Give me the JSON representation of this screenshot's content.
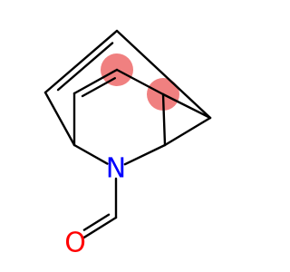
{
  "molecule": {
    "atoms": [
      {
        "id": "N1",
        "symbol": "N",
        "color": "#0000ff",
        "show_label": true
      },
      {
        "id": "C2",
        "symbol": "C",
        "show_label": false
      },
      {
        "id": "C3",
        "symbol": "C",
        "show_label": false
      },
      {
        "id": "C4",
        "symbol": "C",
        "show_label": false
      },
      {
        "id": "C5",
        "symbol": "C",
        "show_label": false
      },
      {
        "id": "C6",
        "symbol": "C",
        "show_label": false
      },
      {
        "id": "C7",
        "symbol": "C",
        "show_label": false
      },
      {
        "id": "C8",
        "symbol": "C",
        "show_label": false
      },
      {
        "id": "C9",
        "symbol": "C",
        "show_label": false
      },
      {
        "id": "C10",
        "symbol": "C",
        "show_label": false
      },
      {
        "id": "O11",
        "symbol": "O",
        "color": "#ff0000",
        "show_label": true
      }
    ],
    "bonds": [
      {
        "a": "N1",
        "b": "C2",
        "order": 1
      },
      {
        "a": "C2",
        "b": "C3",
        "order": 1
      },
      {
        "a": "C3",
        "b": "C4",
        "order": 2
      },
      {
        "a": "C4",
        "b": "C5",
        "order": 1
      },
      {
        "a": "C5",
        "b": "C6",
        "order": 1
      },
      {
        "a": "C6",
        "b": "N1",
        "order": 1
      },
      {
        "a": "C2",
        "b": "C7",
        "order": 1
      },
      {
        "a": "C7",
        "b": "C8",
        "order": 2
      },
      {
        "a": "C8",
        "b": "C9",
        "order": 1
      },
      {
        "a": "C9",
        "b": "C6",
        "order": 1
      },
      {
        "a": "C9",
        "b": "C5",
        "order": 1
      },
      {
        "a": "N1",
        "b": "C10",
        "order": 1
      },
      {
        "a": "C10",
        "b": "O11",
        "order": 2
      }
    ],
    "highlights": [
      {
        "atom": "C8",
        "color": "#f08080"
      },
      {
        "atom": "C9",
        "color": "#f08080"
      }
    ]
  }
}
